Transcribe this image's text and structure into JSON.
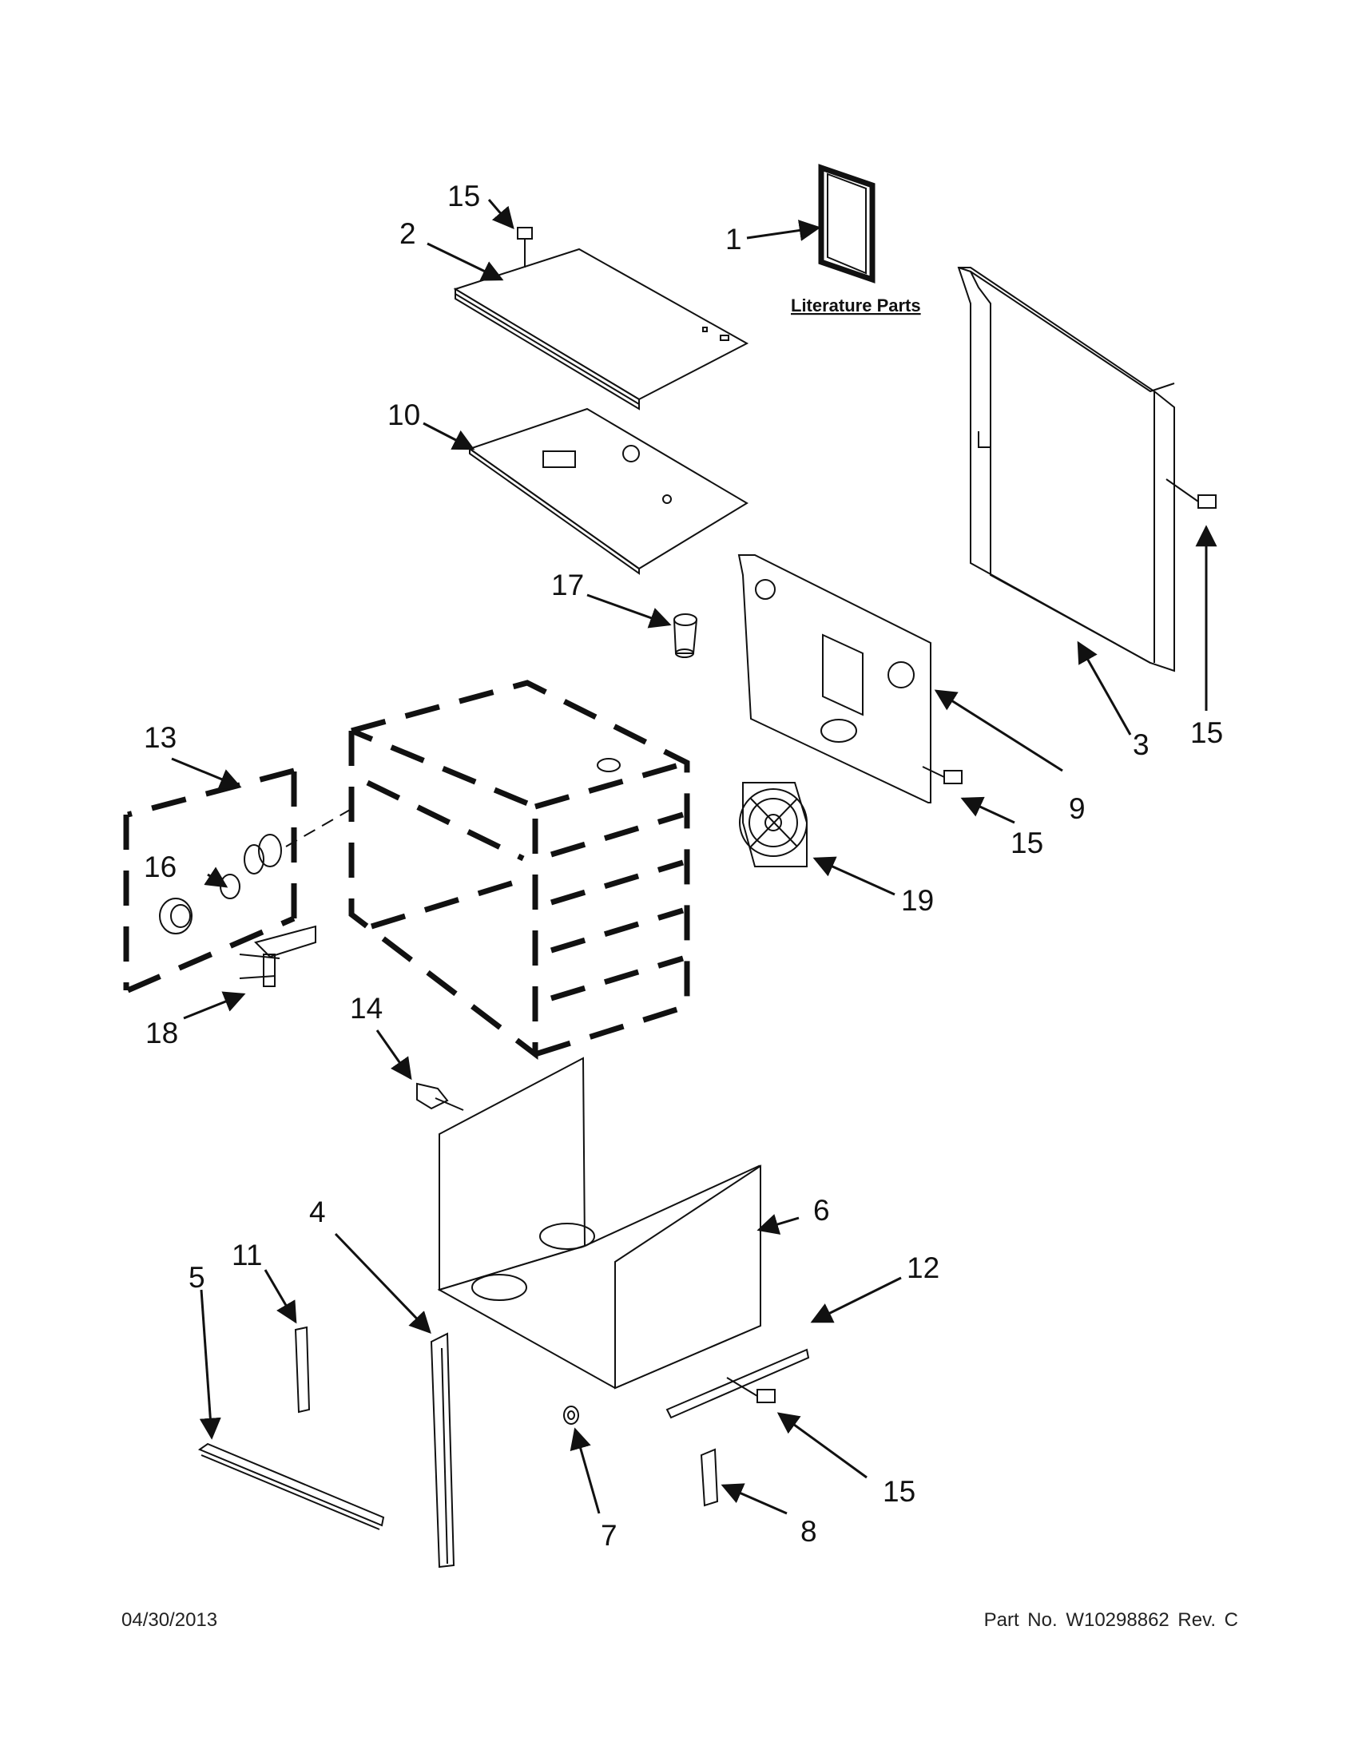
{
  "literature_label": "Literature Parts",
  "callouts": {
    "c1": "1",
    "c2": "2",
    "c3": "3",
    "c4": "4",
    "c5": "5",
    "c6": "6",
    "c7": "7",
    "c8": "8",
    "c9": "9",
    "c10": "10",
    "c11": "11",
    "c12": "12",
    "c13": "13",
    "c14": "14",
    "c15a": "15",
    "c15b": "15",
    "c15c": "15",
    "c15d": "15",
    "c16": "16",
    "c17": "17",
    "c18": "18",
    "c19": "19"
  },
  "footer": {
    "date": "04/30/2013",
    "part": "Part No. W10298862 Rev. C"
  }
}
